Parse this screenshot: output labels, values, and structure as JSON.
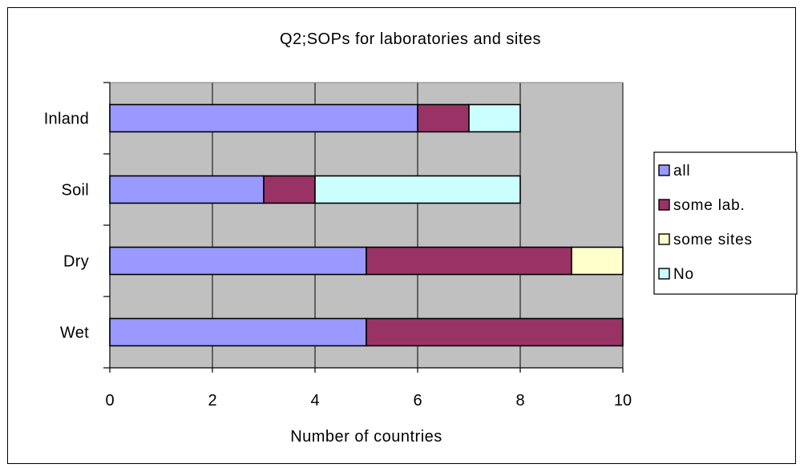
{
  "chart_data": {
    "type": "bar",
    "orientation": "horizontal",
    "stacked": true,
    "title": "Q2;SOPs for laboratories and sites",
    "xlabel": "Number of countries",
    "ylabel": "",
    "xlim": [
      0,
      10
    ],
    "x_ticks": [
      0,
      2,
      4,
      6,
      8,
      10
    ],
    "categories": [
      "Wet",
      "Dry",
      "Soil",
      "Inland"
    ],
    "series": [
      {
        "name": "all",
        "color": "#9999ff",
        "values": [
          5,
          5,
          3,
          6
        ]
      },
      {
        "name": "some lab.",
        "color": "#993366",
        "values": [
          5,
          4,
          1,
          1
        ]
      },
      {
        "name": "some sites",
        "color": "#ffffcc",
        "values": [
          0,
          1,
          0,
          0
        ]
      },
      {
        "name": "No",
        "color": "#ccffff",
        "values": [
          0,
          0,
          4,
          1
        ]
      }
    ],
    "grid": true,
    "plot_background": "#c0c0c0",
    "legend_position": "right"
  }
}
